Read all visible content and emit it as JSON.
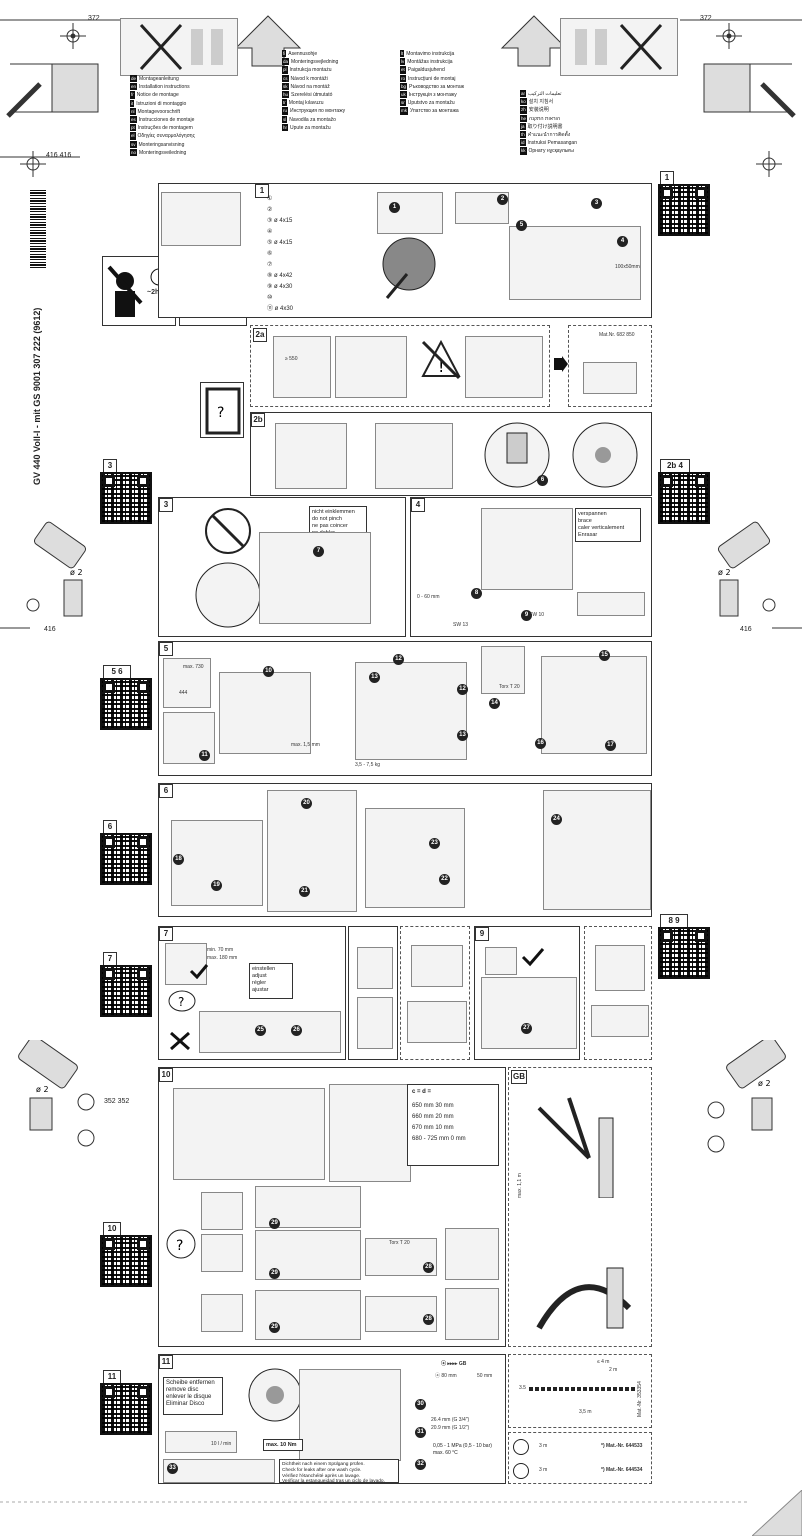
{
  "header": {
    "dim_left": "372",
    "dim_right": "372",
    "dim_left2": "416 416",
    "dim_side_left": "416",
    "dim_side_right": "416",
    "dim_352": "352 352"
  },
  "languages": {
    "col1": [
      {
        "code": "de",
        "text": "Montageanleitung"
      },
      {
        "code": "en",
        "text": "Installation instructions"
      },
      {
        "code": "fr",
        "text": "Notice de montage"
      },
      {
        "code": "it",
        "text": "Istruzioni di montaggio"
      },
      {
        "code": "nl",
        "text": "Montagevoorschrift"
      },
      {
        "code": "es",
        "text": "Instrucciones de montaje"
      },
      {
        "code": "pt",
        "text": "Instruções de montagem"
      },
      {
        "code": "el",
        "text": "Οδηγίες συναρμολόγησης"
      },
      {
        "code": "sv",
        "text": "Monteringsanvisning"
      },
      {
        "code": "no",
        "text": "Monteringsveiledning"
      }
    ],
    "col2": [
      {
        "code": "fi",
        "text": "Asennusohje"
      },
      {
        "code": "da",
        "text": "Monteringsvejledning"
      },
      {
        "code": "pl",
        "text": "Instrukcja montażu"
      },
      {
        "code": "cs",
        "text": "Návod k montáži"
      },
      {
        "code": "sk",
        "text": "Návod na montáž"
      },
      {
        "code": "hu",
        "text": "Szerelési útmutató"
      },
      {
        "code": "tr",
        "text": "Montaj kılavuzu"
      },
      {
        "code": "ru",
        "text": "Инструкция по монтажу"
      },
      {
        "code": "sl",
        "text": "Navodila za montažo"
      },
      {
        "code": "hr",
        "text": "Upute za montažu"
      }
    ],
    "col3": [
      {
        "code": "lt",
        "text": "Montavimo instrukcija"
      },
      {
        "code": "lv",
        "text": "Montāžas instrukcija"
      },
      {
        "code": "et",
        "text": "Paigaldusjuhend"
      },
      {
        "code": "ro",
        "text": "Instrucţiuni de montaj"
      },
      {
        "code": "bg",
        "text": "Ръководство за монтаж"
      },
      {
        "code": "uk",
        "text": "Інструкція з монтажу"
      },
      {
        "code": "sr",
        "text": "Uputstvo za montažu"
      },
      {
        "code": "mk",
        "text": "Упатство за монтажа"
      }
    ],
    "col4": [
      {
        "code": "ar",
        "text": "تعليمات التركيب"
      },
      {
        "code": "ko",
        "text": "설치 지침서"
      },
      {
        "code": "zh",
        "text": "安装说明"
      },
      {
        "code": "he",
        "text": "הוראות התקנה"
      },
      {
        "code": "ja",
        "text": "取り付け説明書"
      },
      {
        "code": "th",
        "text": "คำแนะนำการติดตั้ง"
      },
      {
        "code": "id",
        "text": "Instruksi Pemasangan"
      },
      {
        "code": "kk",
        "text": "Орнату нұсқаулығы"
      }
    ]
  },
  "side_text": "GV 440 Voll-I - mit GS     9001 307 222 (9612)",
  "time": "~2h-3h",
  "steps": {
    "s1": "1",
    "s2a": "2a",
    "s2b": "2b",
    "s3": "3",
    "s4": "4",
    "s5": "5",
    "s6": "6",
    "s7": "7",
    "s9": "9",
    "s10": "10",
    "s11": "11",
    "gb": "GB"
  },
  "qr_labels": {
    "q1": "1",
    "q3": "3",
    "q2b4": "2b  4",
    "q56": "5  6",
    "q6": "6",
    "q7": "7",
    "q89": "8  9",
    "q10": "10",
    "q11": "11"
  },
  "step1": {
    "parts": [
      "①",
      "②",
      "③ ø 4x15",
      "④",
      "⑤ ø 4x15",
      "⑥",
      "⑦",
      "⑧ ø 4x42",
      "⑨ ø 4x30",
      "⑩",
      "⑪ ø 4x30"
    ],
    "dim": "100x50mm"
  },
  "step2a": {
    "mat_nr": "Mat.Nr. 682 850",
    "dim": "≥ 550"
  },
  "step3": {
    "warn": [
      "nicht einklemmen",
      "do not pinch",
      "ne pas coincer",
      "no doblar"
    ]
  },
  "step4": {
    "box": [
      "verspannen",
      "brace",
      "caler verticalement",
      "Enrasar"
    ],
    "sw13": "SW 13",
    "sw10": "SW 10",
    "dim": "0 - 60 mm"
  },
  "step5": {
    "max": "max. 730",
    "max2": "max. 1,5 mm",
    "weight": "3,5 - 7,5 kg",
    "torx": "Torx T 20",
    "dim444": "444"
  },
  "step7": {
    "min": "min. 70 mm",
    "max": "max. 180 mm",
    "adjust": [
      "einstellen",
      "adjust",
      "régler",
      "ajustar"
    ]
  },
  "step10": {
    "formula": "c = d =",
    "rows": [
      "650 mm 30 mm",
      "660 mm 20 mm",
      "670 mm 10 mm",
      "680 - 725 mm 0 mm"
    ],
    "torx": "Torx T 20"
  },
  "gb": {
    "max": "max. 1,1 m"
  },
  "step11": {
    "box": [
      "Scheibe entfernen",
      "remove disc",
      "enlever le disque",
      "Eliminar Disco"
    ],
    "torque": "max. 10 Nm",
    "flow": "10 l / min",
    "pressure": "0,05 - 1 MPa (0,5 - 10 bar) max. 60 °C",
    "hose1": "26.4 mm (G 3/4\")",
    "hose2": "20.9 mm (G 1/2\")",
    "check": [
      "Dichtheit nach einem Spülgang prüfen.",
      "Check for leaks after one wash cycle.",
      "Vérifiez l'étanchéité après un lavage.",
      "Verificar la estanqueidad tras un ciclo de lavado."
    ],
    "top": "ⓐ ▸▸▸▸ GB",
    "m": "ⓐ 80 mm",
    "l": "50 mm"
  },
  "hose": {
    "dim1": "≤ 4 m",
    "dim2": "2 m",
    "dim3": "3,5 m",
    "matnr": "Mat.-Nr. 353354",
    "r1": "3.5"
  },
  "accessories": [
    {
      "len": "3 m",
      "text": "*) Mat.-Nr. 644533"
    },
    {
      "len": "3 m",
      "text": "*) Mat.-Nr. 644534"
    }
  ],
  "colors": {
    "ink": "#222222",
    "panel": "#dddddd",
    "dark": "#111111"
  }
}
